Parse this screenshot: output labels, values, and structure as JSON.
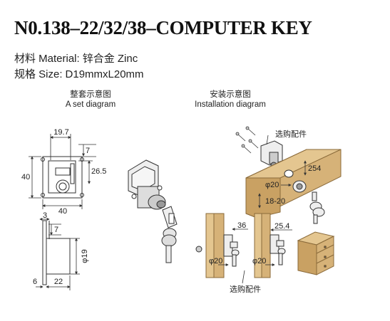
{
  "title": "N0.138–22/32/38–COMPUTER KEY",
  "specs": [
    {
      "label": "材料 Material:",
      "value": "锌合金 Zinc"
    },
    {
      "label": "规格 Size:",
      "value": "D19mmxL20mm"
    }
  ],
  "captions": {
    "set_cn": "整套示意图",
    "set_en": "A set diagram",
    "install_cn": "安装示意图",
    "install_en": "Installation diagram"
  },
  "dimensions": {
    "top_width": "19.7",
    "top_offset": "7",
    "height": "40",
    "side_height": "26.5",
    "bottom_width": "40",
    "pin_width": "3",
    "pin_height": "7",
    "cylinder_dia": "φ19",
    "base_width": "22",
    "base_left": "6",
    "board_thickness": "254",
    "hole_dia": "φ20",
    "board_range": "18-20",
    "install1_dim": "36",
    "install2_dim": "25.4",
    "install1_hole": "φ20",
    "install2_hole": "φ20"
  },
  "labels": {
    "optional_parts_top": "选购配件",
    "optional_parts_bottom": "选购配件"
  },
  "colors": {
    "wood": "#d6b278",
    "wood_dark": "#b98e52",
    "metal": "#e8e8e8",
    "line": "#333333"
  }
}
